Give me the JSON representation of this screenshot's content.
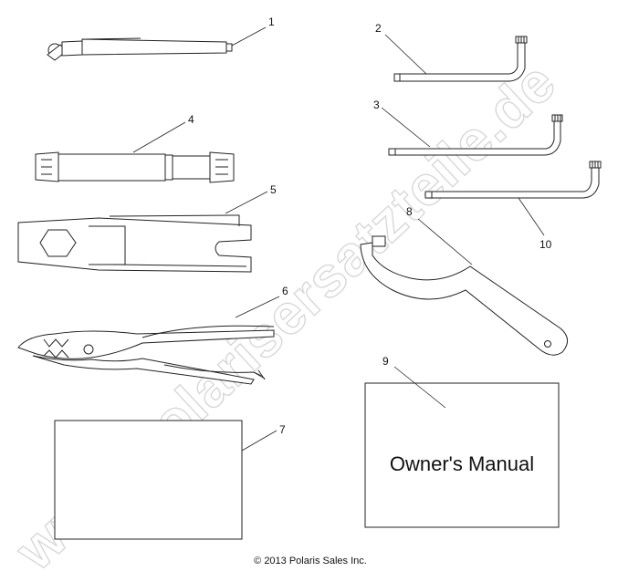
{
  "callouts": [
    "1",
    "2",
    "3",
    "4",
    "5",
    "6",
    "7",
    "8",
    "9",
    "10"
  ],
  "manual_label": "Owner's Manual",
  "copyright": "© 2013 Polaris Sales Inc.",
  "watermark": "www.polarisersatzteile.de"
}
